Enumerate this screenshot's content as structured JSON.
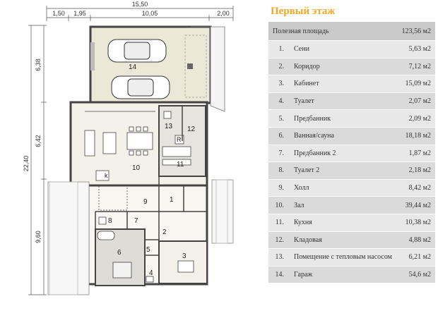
{
  "dimensions": {
    "top_total": "15,50",
    "top_segments": [
      "1,50",
      "1,95",
      "10,05",
      "2,00"
    ],
    "left_total": "22,40",
    "left_segments": [
      "6,38",
      "6,42",
      "9,60"
    ]
  },
  "plan_labels": [
    "14",
    "13",
    "12",
    "10",
    "11",
    "9",
    "1",
    "8",
    "7",
    "2",
    "6",
    "5",
    "3",
    "4",
    "k",
    "R"
  ],
  "table": {
    "title": "Первый этаж",
    "header_label": "Полезная площадь",
    "header_area": "123,56 м2",
    "rows": [
      {
        "num": "1.",
        "name": "Сени",
        "area": "5,63 м2"
      },
      {
        "num": "2.",
        "name": "Коридор",
        "area": "7,12 м2"
      },
      {
        "num": "3.",
        "name": "Кабинет",
        "area": "15,09 м2"
      },
      {
        "num": "4.",
        "name": "Туалет",
        "area": "2,07 м2"
      },
      {
        "num": "5.",
        "name": "Предбанник",
        "area": "2,09 м2"
      },
      {
        "num": "6.",
        "name": "Ванная/сауна",
        "area": "18,18 м2"
      },
      {
        "num": "7.",
        "name": "Предбанник 2",
        "area": "1,87 м2"
      },
      {
        "num": "8.",
        "name": "Туалет 2",
        "area": "2,18 м2"
      },
      {
        "num": "9.",
        "name": "Холл",
        "area": "8,42 м2"
      },
      {
        "num": "10.",
        "name": "Зал",
        "area": "39,44 м2"
      },
      {
        "num": "11.",
        "name": "Кухня",
        "area": "10,38 м2"
      },
      {
        "num": "12.",
        "name": "Кладовая",
        "area": "4,88 м2"
      },
      {
        "num": "13.",
        "name": "Помещение с тепловым насосом",
        "area": "6,21 м2"
      },
      {
        "num": "14.",
        "name": "Гараж",
        "area": "54,6 м2"
      }
    ]
  }
}
